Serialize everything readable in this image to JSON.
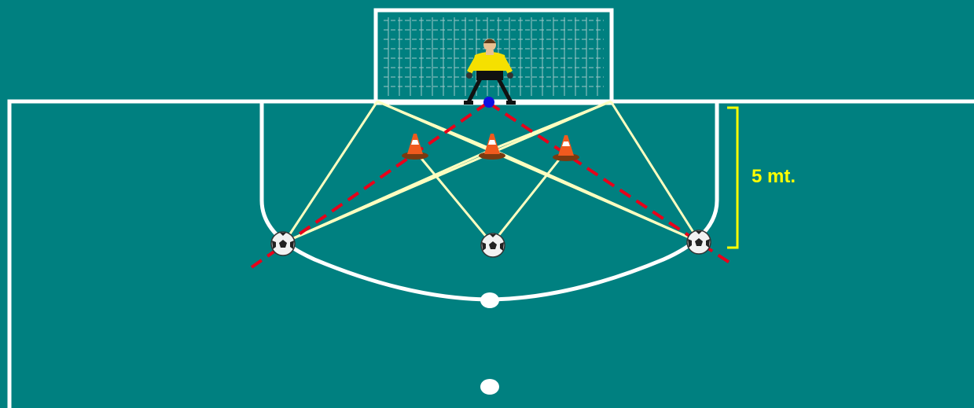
{
  "colors": {
    "field": "#008080",
    "lines": "#FFFFFF",
    "passes": "#FFFFC0",
    "shot_path": "#E8001A",
    "measure": "#FFFF00",
    "cone": "#F05A1E",
    "ball_marker": "#1010E0"
  },
  "labels": {
    "distance": "5 mt."
  },
  "items": {
    "goalkeeper": "goalkeeper",
    "cones": 3,
    "balls": 3
  }
}
